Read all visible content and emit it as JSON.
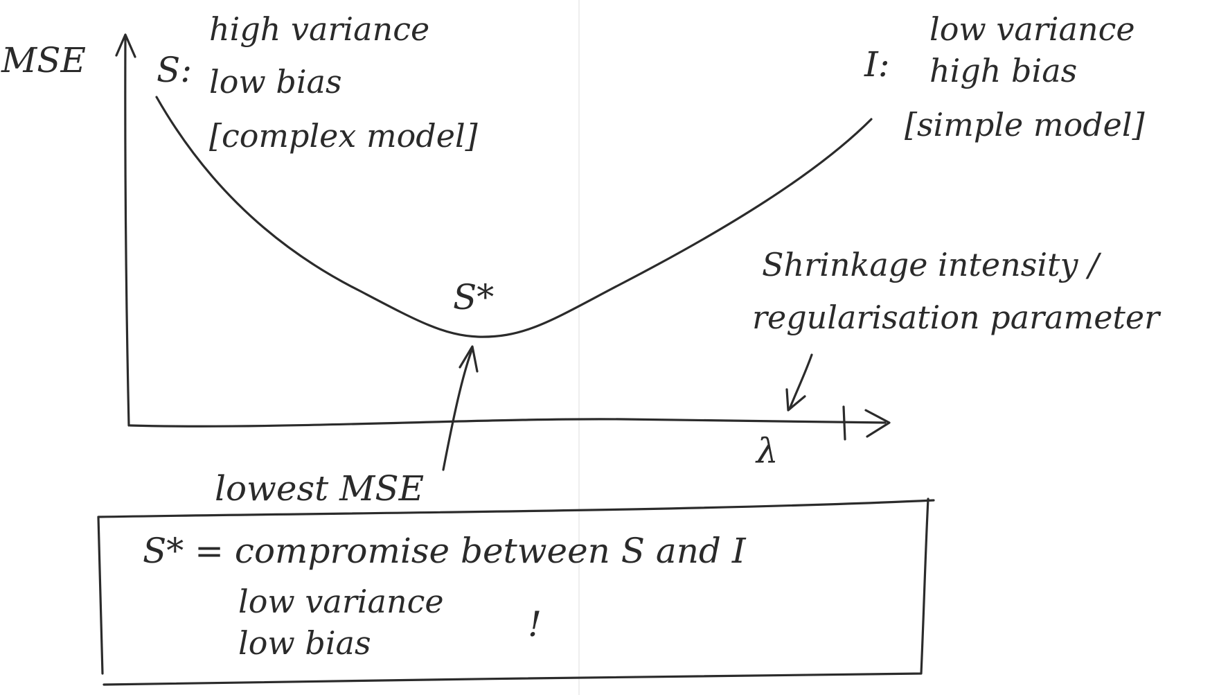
{
  "y_axis_label": "MSE",
  "x_axis_label": "λ",
  "left_end": {
    "symbol": "S:",
    "lines": [
      "high variance",
      "low bias",
      "[complex model]"
    ]
  },
  "right_end": {
    "symbol": "I:",
    "lines": [
      "low variance",
      "high bias",
      "[simple model]"
    ]
  },
  "minimum": {
    "symbol": "S*",
    "annotation": "lowest MSE"
  },
  "x_axis_note": {
    "lines": [
      "Shrinkage intensity /",
      "regularisation parameter"
    ]
  },
  "summary_box": {
    "line1": "S* = compromise between S and I",
    "line2": "low variance",
    "line3": "low bias",
    "exclamation": "!"
  }
}
